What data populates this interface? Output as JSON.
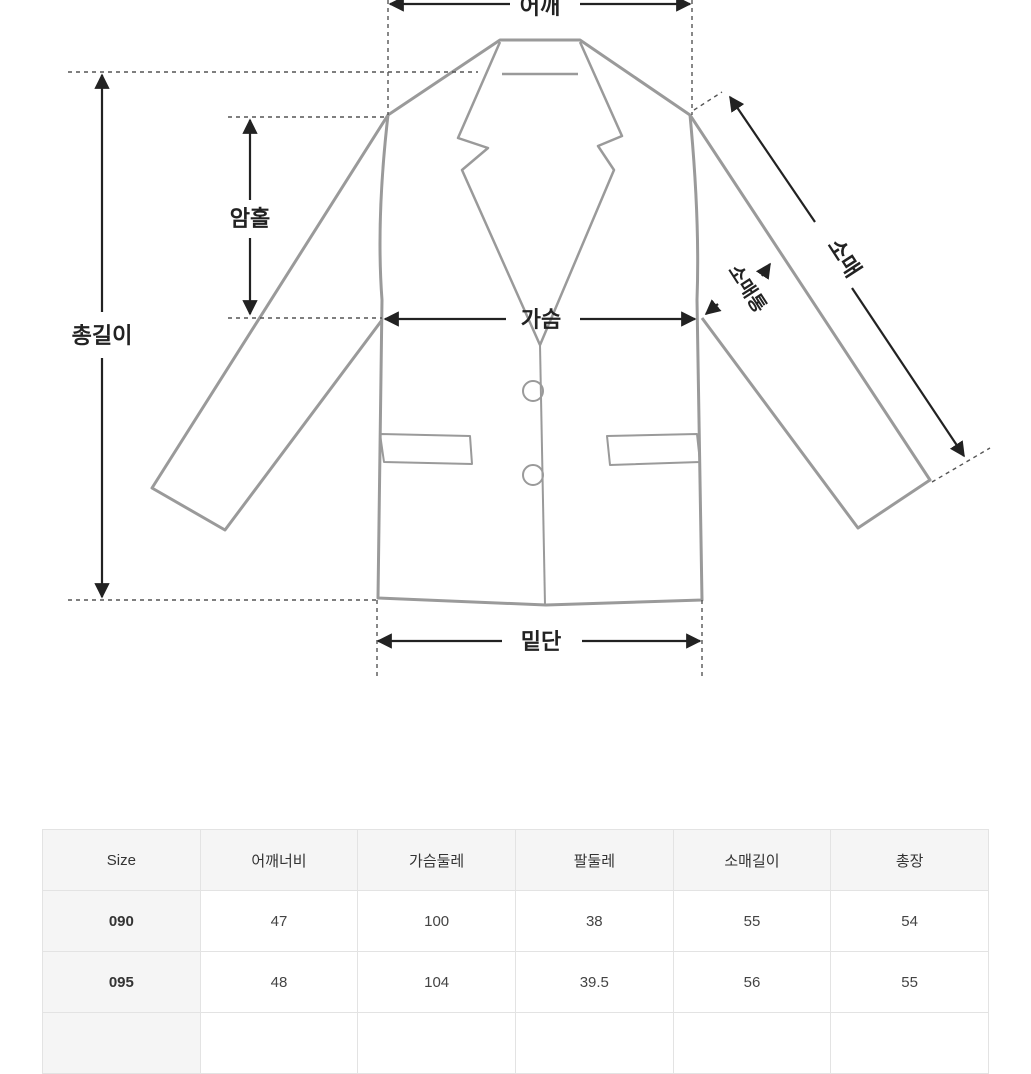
{
  "diagram": {
    "labels": {
      "shoulder": "어깨",
      "armhole": "암홀",
      "total_length": "총길이",
      "chest": "가슴",
      "sleeve": "소매",
      "sleeve_width": "소매통",
      "hem": "밑단"
    }
  },
  "table": {
    "headers": [
      "Size",
      "어깨너비",
      "가슴둘레",
      "팔둘레",
      "소매길이",
      "총장"
    ],
    "rows": [
      [
        "090",
        "47",
        "100",
        "38",
        "55",
        "54"
      ],
      [
        "095",
        "48",
        "104",
        "39.5",
        "56",
        "55"
      ],
      [
        "",
        "",
        "",
        "",
        "",
        ""
      ]
    ]
  },
  "colors": {
    "outline": "#9a9a9a",
    "arrow": "#222222",
    "header_bg": "#f5f5f5",
    "border": "#e3e3e3"
  }
}
